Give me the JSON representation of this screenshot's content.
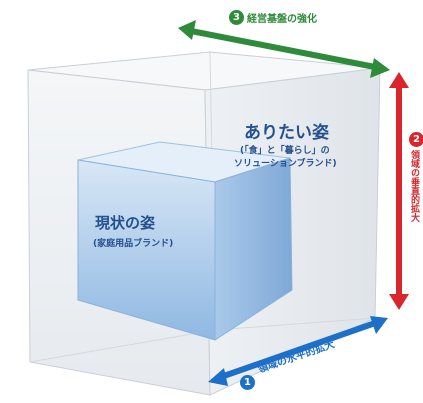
{
  "diagram": {
    "current": {
      "title": "現状の姿",
      "subtitle": "(家庭用品ブランド)"
    },
    "ideal": {
      "title": "ありたい姿",
      "subtitle_1": "(「食」と「暮らし」の",
      "subtitle_2": "ソリューションブランド)"
    },
    "axes": [
      {
        "number": "3",
        "label": "経営基盤の強化",
        "color": "#2e8b3a"
      },
      {
        "number": "2",
        "label": "領域の垂直的拡大",
        "color": "#d9262c"
      },
      {
        "number": "1",
        "label": "領域の水平的拡大",
        "color": "#1e6fc8"
      }
    ]
  }
}
